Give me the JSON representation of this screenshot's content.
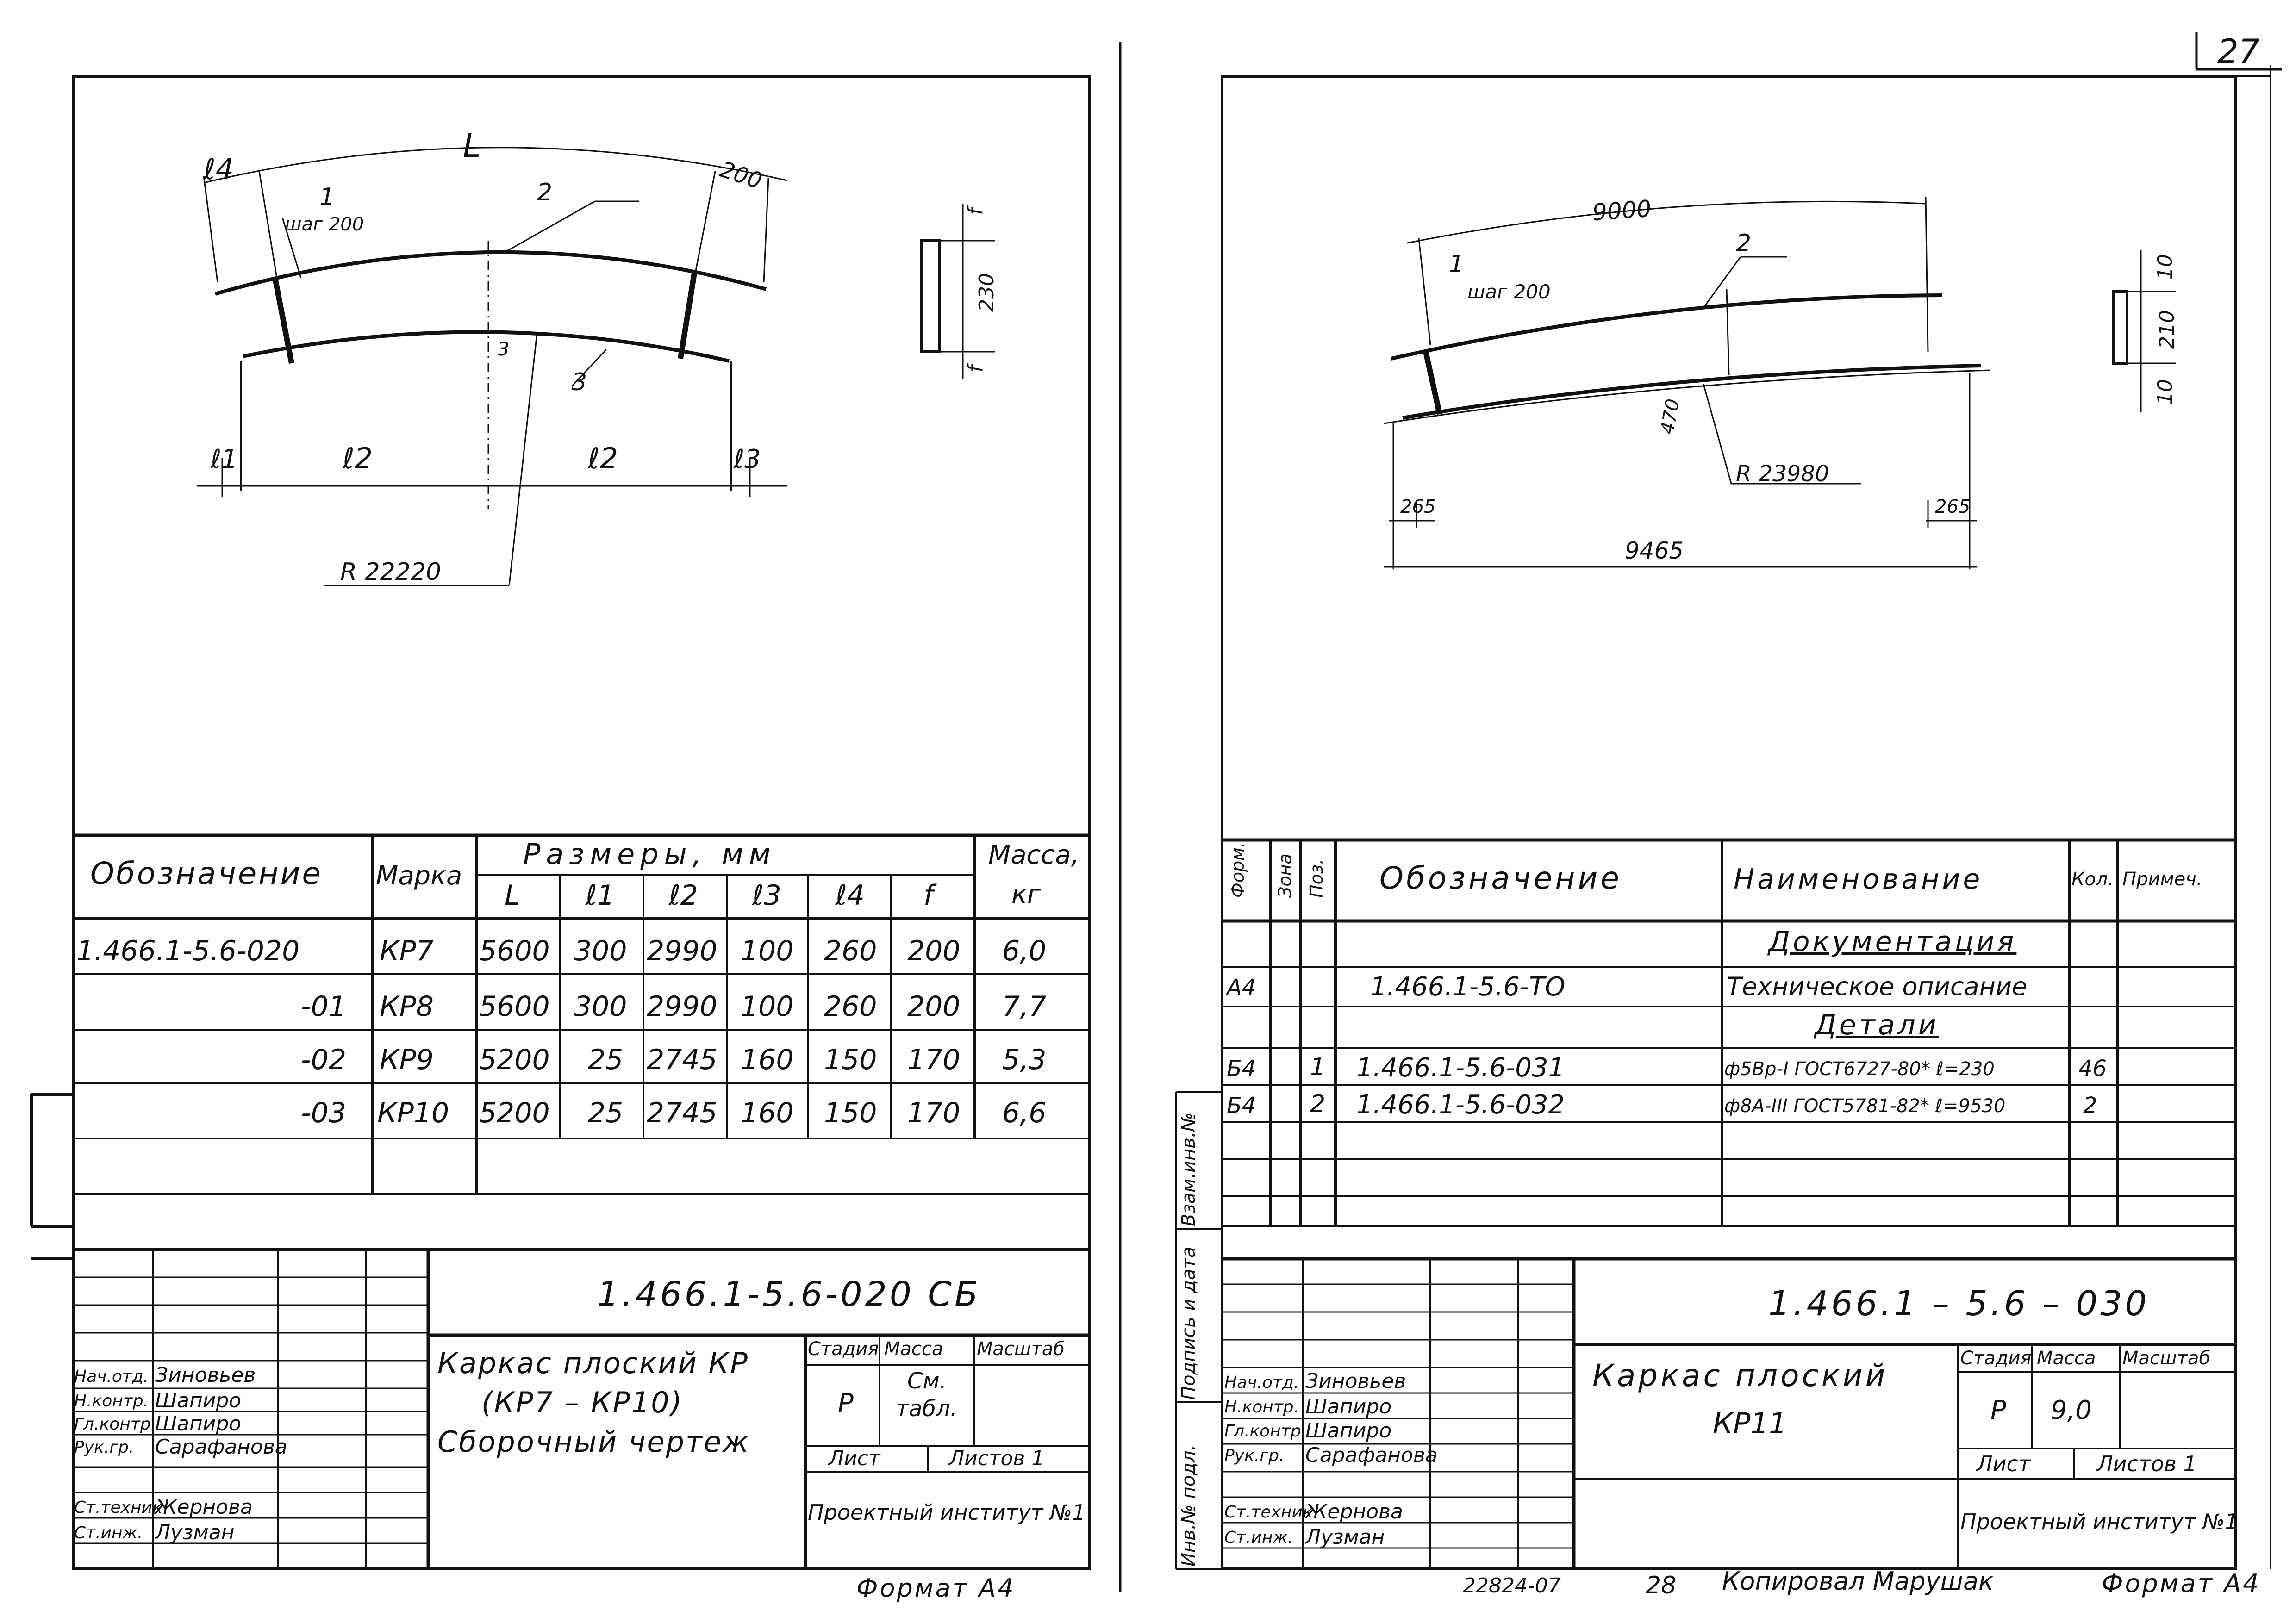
{
  "page": {
    "number": "27"
  },
  "left": {
    "drawing": {
      "l4": "ℓ4",
      "L": "L",
      "dim_200": "200",
      "label_1": "1",
      "label_shag": "шаг 200",
      "label_2": "2",
      "label_3": "3",
      "label_3b": "3",
      "l1": "ℓ1",
      "l2a": "ℓ2",
      "l2b": "ℓ2",
      "l3": "ℓ3",
      "radius": "R 22220",
      "sec_top": "f",
      "sec_mid": "230",
      "sec_bot": "f"
    },
    "table": {
      "headers": {
        "designation": "Обозначение",
        "mark": "Марка",
        "sizes": "Размеры, мм",
        "mass": "Масса,",
        "mass_unit": "кг",
        "sub": [
          "L",
          "ℓ1",
          "ℓ2",
          "ℓ3",
          "ℓ4",
          "f"
        ]
      },
      "rows": [
        {
          "designation": "1.466.1-5.6-020",
          "mark": "КР7",
          "vals": [
            "5600",
            "300",
            "2990",
            "100",
            "260",
            "200"
          ],
          "mass": "6,0"
        },
        {
          "designation": "-01",
          "mark": "КР8",
          "vals": [
            "5600",
            "300",
            "2990",
            "100",
            "260",
            "200"
          ],
          "mass": "7,7"
        },
        {
          "designation": "-02",
          "mark": "КР9",
          "vals": [
            "5200",
            "25",
            "2745",
            "160",
            "150",
            "170"
          ],
          "mass": "5,3"
        },
        {
          "designation": "-03",
          "mark": "КР10",
          "vals": [
            "5200",
            "25",
            "2745",
            "160",
            "150",
            "170"
          ],
          "mass": "6,6"
        }
      ]
    },
    "title_block": {
      "code": "1.466.1-5.6-020 СБ",
      "name_lines": [
        "Каркас плоский КР",
        "(КР7 – КР10)",
        "Сборочный чертеж"
      ],
      "stadia_label": "Стадия",
      "mass_label": "Масса",
      "scale_label": "Масштаб",
      "stadia": "Р",
      "mass_val_1": "См.",
      "mass_val_2": "табл.",
      "sheet_label": "Лист",
      "sheets_label": "Листов 1",
      "org": "Проектный институт №1",
      "signers": [
        {
          "role": "Нач.отд.",
          "name": "Зиновьев"
        },
        {
          "role": "Н.контр.",
          "name": "Шапиро"
        },
        {
          "role": "Гл.контр.",
          "name": "Шапиро"
        },
        {
          "role": "Рук.гр.",
          "name": "Сарафанова"
        },
        {
          "role": "Ст.техник",
          "name": "Жернова"
        },
        {
          "role": "Ст.инж.",
          "name": "Лузман"
        }
      ]
    },
    "format": "Формат А4"
  },
  "right": {
    "drawing": {
      "dim_9000": "9000",
      "label_1": "1",
      "label_shag": "шаг 200",
      "label_2": "2",
      "dim_470": "470",
      "radius": "R 23980",
      "dim_265a": "265",
      "dim_265b": "265",
      "dim_9465": "9465",
      "sec_top": "10",
      "sec_mid": "210",
      "sec_bot": "10"
    },
    "spec": {
      "headers": {
        "format": "Форм.",
        "zone": "Зона",
        "pos": "Поз.",
        "designation": "Обозначение",
        "name": "Наименование",
        "qty": "Кол.",
        "note": "Примеч."
      },
      "section_docs": "Документация",
      "section_parts": "Детали",
      "rows": [
        {
          "format": "А4",
          "pos": "",
          "designation": "1.466.1-5.6-ТО",
          "name": "Техническое описание",
          "qty": ""
        },
        {
          "format": "Б4",
          "pos": "1",
          "designation": "1.466.1-5.6-031",
          "name": "ф5Вр-I ГОСТ6727-80* ℓ=230",
          "qty": "46"
        },
        {
          "format": "Б4",
          "pos": "2",
          "designation": "1.466.1-5.6-032",
          "name": "ф8А-III ГОСТ5781-82* ℓ=9530",
          "qty": "2"
        }
      ]
    },
    "side_labels": {
      "inv": "Инв.№ подл.",
      "sign": "Подпись и дата",
      "vzam": "Взам.инв.№"
    },
    "title_block": {
      "code": "1.466.1 – 5.6 – 030",
      "name_lines": [
        "Каркас плоский",
        "КР11"
      ],
      "stadia_label": "Стадия",
      "mass_label": "Масса",
      "scale_label": "Масштаб",
      "stadia": "Р",
      "mass_val": "9,0",
      "sheet_label": "Лист",
      "sheets_label": "Листов 1",
      "org": "Проектный институт №1",
      "signers": [
        {
          "role": "Нач.отд.",
          "name": "Зиновьев"
        },
        {
          "role": "Н.контр.",
          "name": "Шапиро"
        },
        {
          "role": "Гл.контр.",
          "name": "Шапиро"
        },
        {
          "role": "Рук.гр.",
          "name": "Сарафанова"
        },
        {
          "role": "Ст.техник",
          "name": "Жернова"
        },
        {
          "role": "Ст.инж.",
          "name": "Лузман"
        }
      ]
    },
    "footer": {
      "num1": "22824-07",
      "num2": "28",
      "copied": "Копировал Марушак",
      "format": "Формат А4"
    }
  }
}
